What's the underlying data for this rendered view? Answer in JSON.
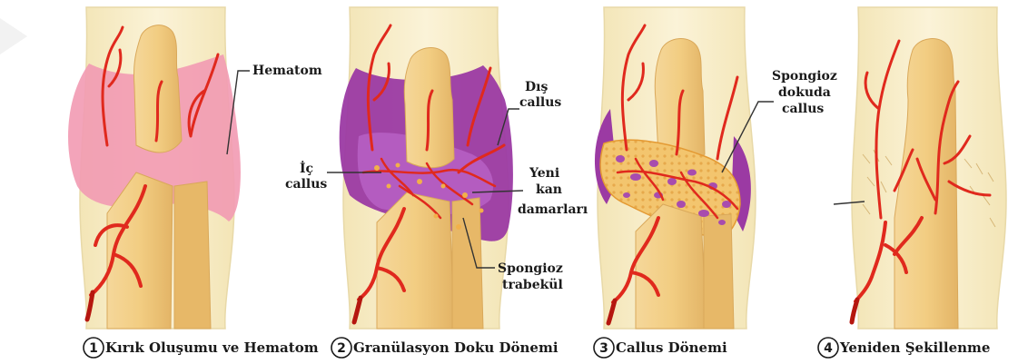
{
  "labels": {
    "hematom": "Hematom",
    "dis_callus_1": "Dış",
    "dis_callus_2": "callus",
    "ic_callus_1": "İç",
    "ic_callus_2": "callus",
    "yeni_1": "Yeni",
    "yeni_2": "kan",
    "yeni_3": "damarları",
    "spongioz_trabekul_1": "Spongioz",
    "spongioz_trabekul_2": "trabekül",
    "spongioz_callus_1": "Spongioz",
    "spongioz_callus_2": "dokuda",
    "spongioz_callus_3": "callus"
  },
  "stages": [
    {
      "number": "1",
      "caption": "Kırık Oluşumu ve Hematom"
    },
    {
      "number": "2",
      "caption": "Granülasyon Doku Dönemi"
    },
    {
      "number": "3",
      "caption": "Callus Dönemi"
    },
    {
      "number": "4",
      "caption": "Yeniden Şekillenme"
    }
  ],
  "colors": {
    "bone_sleeve": "#f6ecc6",
    "bone": "#eecb85",
    "bone_dark": "#d9a85a",
    "hematoma": "#f29ab3",
    "granulation": "#9b3aa3",
    "vessel": "#e0291d",
    "callus": "#f2b04a"
  }
}
